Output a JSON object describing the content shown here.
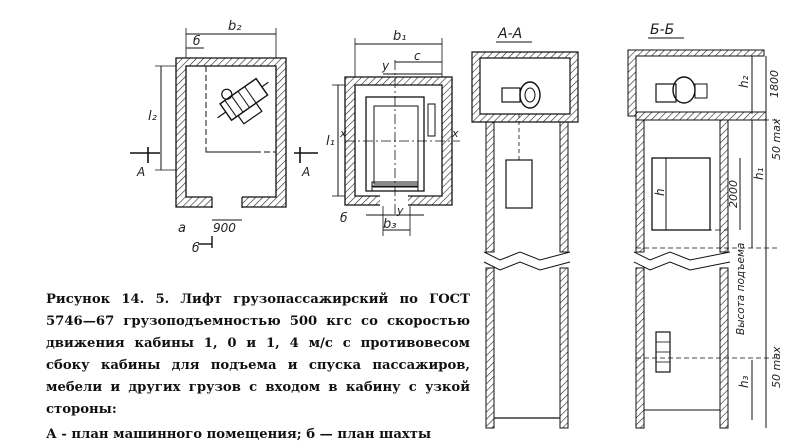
{
  "caption": {
    "text": "Рисунок 14. 5. Лифт грузопассажирский по ГОСТ 5746—67 грузоподъемностью 500 кгс со скоростью движения кабины 1, 0 и 1, 4 м/с с противовесом сбоку кабины для подъема и спуска пассажиров, мебели и других грузов с входом в кабину с узкой стороны:",
    "legend": "А - план машинного помещения; б — план шахты"
  },
  "drawing_labels": {
    "plan_a": {
      "b2": "b₂",
      "b": "б",
      "l2": "l₂",
      "A_left": "А",
      "A_right": "А",
      "dim_900": "900",
      "view_letter": "а",
      "b_bottom": "б"
    },
    "plan_b": {
      "b1": "b₁",
      "y": "у",
      "c": "с",
      "l1": "l₁",
      "x_left": "х",
      "x_right": "х",
      "b_left": "б",
      "y_bottom": "у",
      "b3": "b₃"
    },
    "section_aa": {
      "title": "А-А"
    },
    "section_bb": {
      "title": "Б-Б",
      "h2": "h₂",
      "dim_1800": "1800",
      "dim_50max_top": "50 max",
      "h1": "h₁",
      "dim_2000": "2000",
      "h": "h",
      "lift_height": "Высота подъема",
      "dim_50max_bottom": "50 max",
      "h3": "h₃"
    }
  }
}
